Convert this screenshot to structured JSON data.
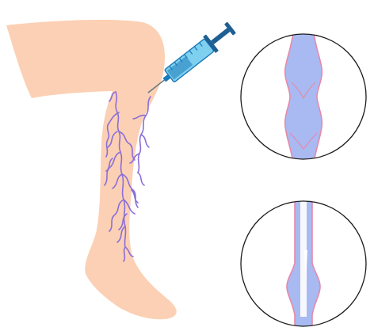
{
  "illustration": {
    "subject": "sclerotherapy",
    "colors": {
      "skin": "#fcd0b4",
      "vein": "#8a6fd8",
      "vein_fill": "#a9b9f2",
      "vein_wall": "#e58aa8",
      "syringe_body": "#7fd0ef",
      "syringe_dark": "#1b7ab8",
      "syringe_plunger": "#1e5f93",
      "needle": "#6c7a86",
      "circle_outline": "#1a1a1a",
      "background": "#ffffff"
    },
    "panels": [
      {
        "state": "before"
      },
      {
        "state": "after"
      }
    ]
  }
}
